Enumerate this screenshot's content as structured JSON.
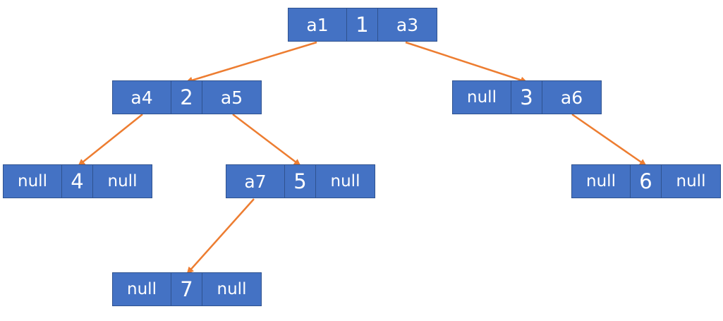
{
  "colors": {
    "node_fill": "#4472c4",
    "node_border": "#2f528f",
    "edge": "#ed7d31",
    "text": "#ffffff"
  },
  "nodes": [
    {
      "id": "n1",
      "left": "a1",
      "value": "1",
      "right": "a3"
    },
    {
      "id": "n2",
      "left": "a4",
      "value": "2",
      "right": "a5"
    },
    {
      "id": "n3",
      "left": "null",
      "value": "3",
      "right": "a6"
    },
    {
      "id": "n4",
      "left": "null",
      "value": "4",
      "right": "null"
    },
    {
      "id": "n5",
      "left": "a7",
      "value": "5",
      "right": "null"
    },
    {
      "id": "n6",
      "left": "null",
      "value": "6",
      "right": "null"
    },
    {
      "id": "n7",
      "left": "null",
      "value": "7",
      "right": "null"
    }
  ],
  "edges": [
    {
      "from": "n1",
      "pointer": "left",
      "to": "n2"
    },
    {
      "from": "n1",
      "pointer": "right",
      "to": "n3"
    },
    {
      "from": "n2",
      "pointer": "left",
      "to": "n4"
    },
    {
      "from": "n2",
      "pointer": "right",
      "to": "n5"
    },
    {
      "from": "n3",
      "pointer": "right",
      "to": "n6"
    },
    {
      "from": "n5",
      "pointer": "left",
      "to": "n7"
    }
  ]
}
